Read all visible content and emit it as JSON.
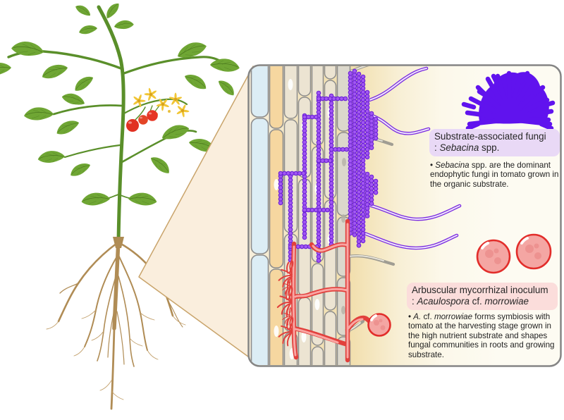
{
  "panel": {
    "sebacina": {
      "heading": {
        "line1": "Substrate-associated fungi",
        "prefix": ": ",
        "italic": "Sebacina",
        "suffix": " spp."
      },
      "note": {
        "bullet": "• ",
        "italic": "Sebacina",
        "rest": " spp. are the dominant endophytic fungi in tomato grown in the organic substrate."
      },
      "box_bg": "#e9d9f6"
    },
    "amf": {
      "heading": {
        "line1": "Arbuscular mycorrhizal inoculum",
        "prefix": ": ",
        "italic1": "Acaulospora",
        "mid": " cf. ",
        "italic2": "morrowiae"
      },
      "note": {
        "bullet": "• ",
        "italic1": "A.",
        "mid": " cf. ",
        "italic2": "morrowiae",
        "rest": " forms symbiosis with tomato at the harvesting stage grown in the high nutrient substrate  and shapes fungal communities in roots and growing substrate."
      },
      "box_bg": "#fbdddb"
    }
  },
  "icons": {
    "tomato_plant": "tomato-plant-illustration",
    "root_system": "root-system-illustration",
    "zoom_callout": "magnification-callout-triangle",
    "sebacina_colony": "sebacina-colony-icon",
    "amf_spores": "amf-spore-icon"
  },
  "colors": {
    "sebacina_purple": "#6013ee",
    "bead_fill": "#a257f2",
    "bead_outline": "#6a1fd6",
    "amf_red": "#e2403c",
    "spore_fill": "#f4a6a3",
    "leaf_green": "#6fa634",
    "stem_green": "#5a8f2a",
    "tomato_red": "#e13022",
    "flower_yellow": "#f1c636",
    "root_brown": "#b08c55",
    "endodermis_blue": "#dcedf5",
    "cortex_orange": "#f6d7a0",
    "cortex_beige": "#ece4d2",
    "epidermis_gray": "#dcd8cc",
    "substrate_yellow": "#f2dfae",
    "callout_fill": "#faeedd",
    "sebacina_box_bg": "#e9d9f6",
    "amf_box_bg": "#fbdddb"
  }
}
